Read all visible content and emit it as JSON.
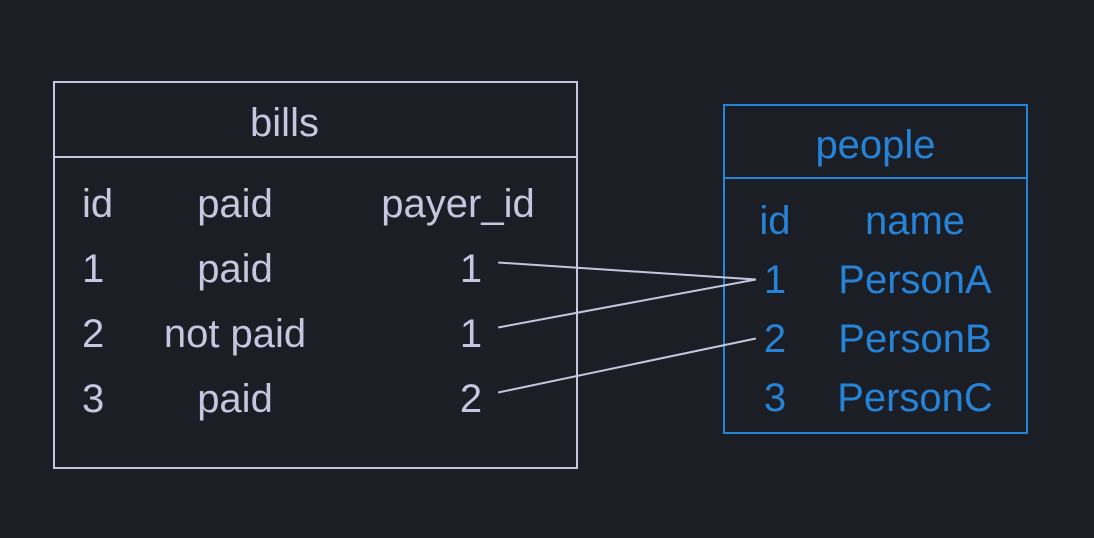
{
  "diagram": {
    "background_color": "#1b1e24",
    "connector_color": "#c5c6df"
  },
  "bills": {
    "title": "bills",
    "accent_color": "#c5c6df",
    "columns": {
      "id": "id",
      "paid": "paid",
      "payer_id": "payer_id"
    },
    "rows": [
      {
        "id": "1",
        "paid": "paid",
        "payer_id": "1"
      },
      {
        "id": "2",
        "paid": "not paid",
        "payer_id": "1"
      },
      {
        "id": "3",
        "paid": "paid",
        "payer_id": "2"
      }
    ]
  },
  "people": {
    "title": "people",
    "accent_color": "#2583d8",
    "columns": {
      "id": "id",
      "name": "name"
    },
    "rows": [
      {
        "id": "1",
        "name": "PersonA"
      },
      {
        "id": "2",
        "name": "PersonB"
      },
      {
        "id": "3",
        "name": "PersonC"
      }
    ]
  },
  "connections": [
    {
      "bill_row": 0,
      "person_row": 0
    },
    {
      "bill_row": 1,
      "person_row": 0
    },
    {
      "bill_row": 2,
      "person_row": 1
    }
  ]
}
